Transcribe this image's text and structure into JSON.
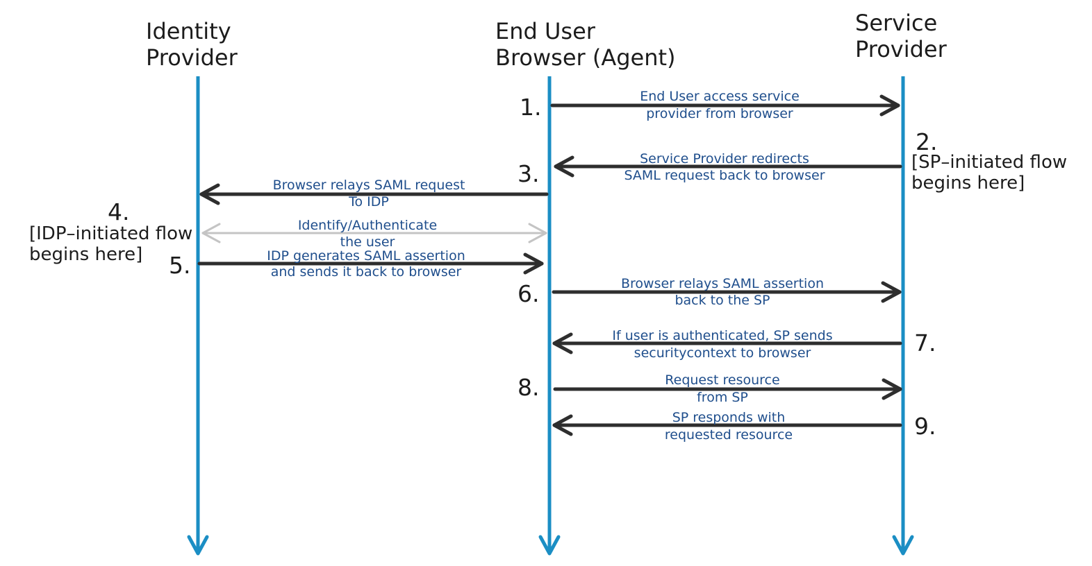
{
  "colors": {
    "lifeline": "#1b8ec4",
    "arrow": "#2e2e2e",
    "arrow_faint": "#c4c4c4",
    "label": "#1f4e8c",
    "text": "#1c1c1c"
  },
  "actors": [
    {
      "id": "idp",
      "title_lines": [
        "Identity",
        "Provider"
      ]
    },
    {
      "id": "browser",
      "title_lines": [
        "End User",
        "Browser (Agent)"
      ]
    },
    {
      "id": "sp",
      "title_lines": [
        "Service",
        "Provider"
      ]
    }
  ],
  "messages": [
    {
      "step": "1.",
      "from": "browser",
      "to": "sp",
      "style": "solid",
      "label_lines": [
        "End User access service",
        "provider from browser"
      ]
    },
    {
      "step": "3.",
      "from": "sp",
      "to": "browser",
      "style": "solid",
      "label_lines": [
        "Service Provider redirects",
        "SAML request back to browser"
      ]
    },
    {
      "step": "",
      "from": "browser",
      "to": "idp",
      "style": "solid",
      "label_lines": [
        "Browser relays SAML request",
        "To IDP"
      ]
    },
    {
      "step": "",
      "from": "idp",
      "to": "browser",
      "style": "faint-bidirectional",
      "label_lines": [
        "Identify/Authenticate",
        "the user"
      ]
    },
    {
      "step": "5.",
      "from": "idp",
      "to": "browser",
      "style": "solid",
      "label_lines": [
        "IDP generates SAML assertion",
        "and sends it back to browser"
      ]
    },
    {
      "step": "6.",
      "from": "browser",
      "to": "sp",
      "style": "solid",
      "label_lines": [
        "Browser relays SAML assertion",
        "back to the SP"
      ]
    },
    {
      "step": "7.",
      "from": "sp",
      "to": "browser",
      "style": "solid",
      "label_lines": [
        "If user is authenticated, SP sends",
        "securitycontext to browser"
      ]
    },
    {
      "step": "8.",
      "from": "browser",
      "to": "sp",
      "style": "solid",
      "label_lines": [
        "Request resource",
        "from SP"
      ]
    },
    {
      "step": "9.",
      "from": "sp",
      "to": "browser",
      "style": "solid",
      "label_lines": [
        "SP responds with",
        "requested resource"
      ]
    }
  ],
  "notes": [
    {
      "step": "2.",
      "text_lines": [
        "[SP–initiated flow",
        "begins here]"
      ]
    },
    {
      "step": "4.",
      "text_lines": [
        "[IDP–initiated flow",
        "begins here]"
      ]
    }
  ]
}
